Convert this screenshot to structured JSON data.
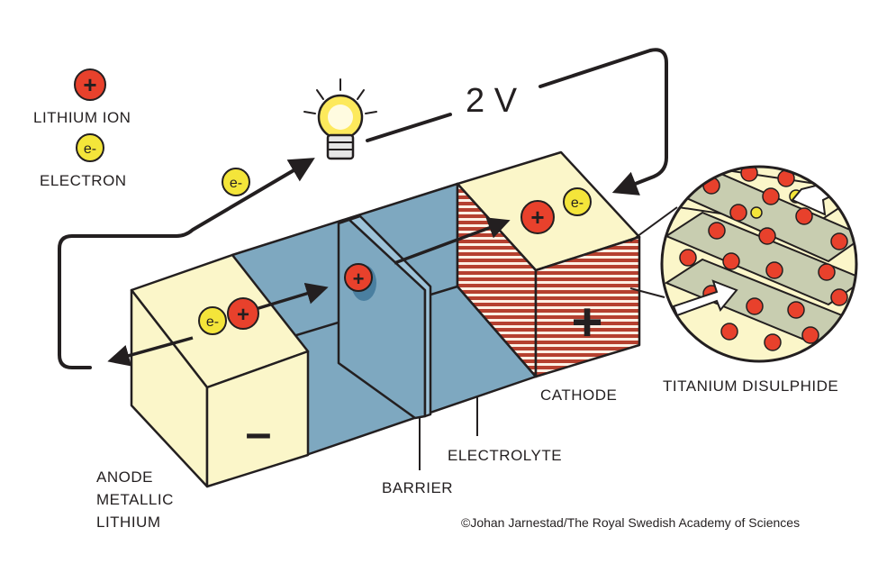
{
  "legend": {
    "ion_label": "LITHIUM ION",
    "electron_label": "ELECTRON",
    "ion_symbol": "+",
    "electron_symbol": "e-"
  },
  "voltage": "2 V",
  "labels": {
    "cathode": "CATHODE",
    "titanium_disulphide": "TITANIUM DISULPHIDE",
    "electrolyte": "ELECTROLYTE",
    "barrier": "BARRIER",
    "anode_line1": "ANODE",
    "anode_line2": "METALLIC",
    "anode_line3": "LITHIUM",
    "plus_sign": "+",
    "minus_sign": "–"
  },
  "credit": "©Johan Jarnestad/The Royal Swedish Academy of Sciences",
  "colors": {
    "ion_red": "#e8412c",
    "electron_yellow": "#f4e53a",
    "cream": "#fbf6c9",
    "electrolyte_blue": "#7ea8c0",
    "barrier_blue": "#9dc3d9",
    "stripe_red": "#b5402f",
    "bulb_yellow": "#fde95c"
  }
}
